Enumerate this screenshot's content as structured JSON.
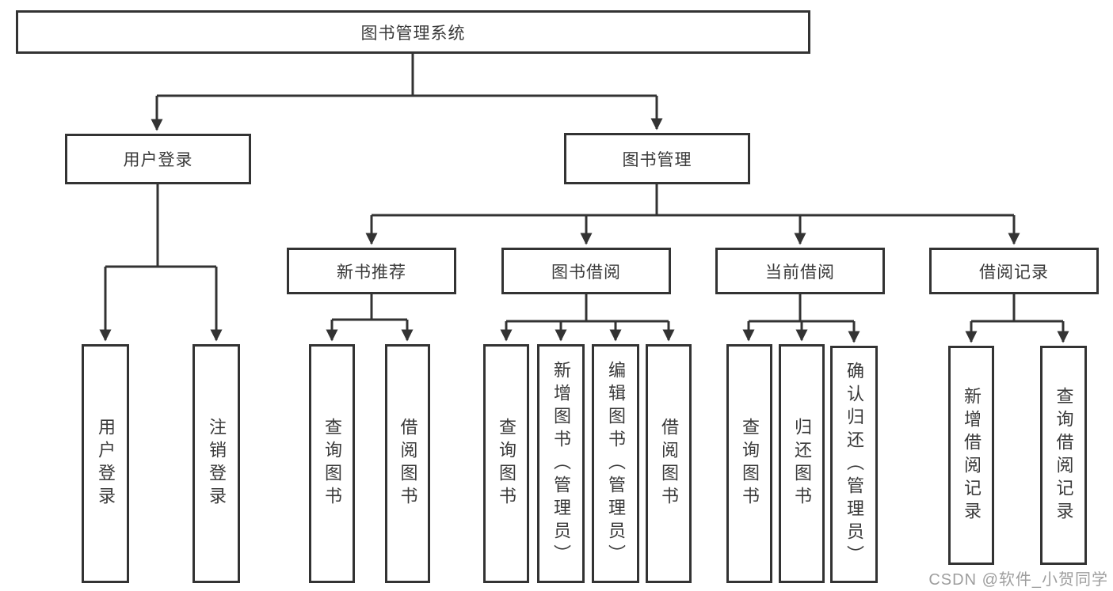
{
  "diagram": {
    "root": {
      "label": "图书管理系统"
    },
    "branches": [
      {
        "label": "用户登录",
        "children": [
          {
            "label": "用户登录"
          },
          {
            "label": "注销登录"
          }
        ]
      },
      {
        "label": "图书管理",
        "children": [
          {
            "label": "新书推荐",
            "children": [
              {
                "label": "查询图书"
              },
              {
                "label": "借阅图书"
              }
            ]
          },
          {
            "label": "图书借阅",
            "children": [
              {
                "label": "查询图书"
              },
              {
                "label": "新增图书（管理员）"
              },
              {
                "label": "编辑图书（管理员）"
              },
              {
                "label": "借阅图书"
              }
            ]
          },
          {
            "label": "当前借阅",
            "children": [
              {
                "label": "查询图书"
              },
              {
                "label": "归还图书"
              },
              {
                "label": "确认归还（管理员）"
              }
            ]
          },
          {
            "label": "借阅记录",
            "children": [
              {
                "label": "新增借阅记录"
              },
              {
                "label": "查询借阅记录"
              }
            ]
          }
        ]
      }
    ],
    "line_color": "#333333"
  },
  "watermark": "CSDN @软件_小贺同学"
}
